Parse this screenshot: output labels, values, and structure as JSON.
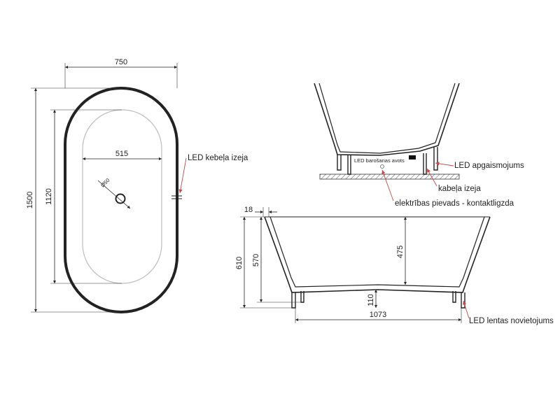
{
  "top_view": {
    "width_label": "750",
    "length_label": "1500",
    "inner_length_label": "1120",
    "inner_width_label": "515",
    "drain_label": "Ø50",
    "callout_led_cable_exit": "LED kebeļa izeja"
  },
  "cross_section": {
    "label_led_power_supply": "LED barošanas avots",
    "callout_led_lighting": "LED apgaismojums",
    "callout_cable_exit": "kabeļa izeja",
    "callout_power_socket": "elektrības pievads - kontaktligzda"
  },
  "side_view": {
    "rim_label": "18",
    "total_height_label": "610",
    "height_570_label": "570",
    "depth_label": "475",
    "foot_height_label": "110",
    "length_label": "1073",
    "callout_led_strip": "LED lentas novietojums"
  }
}
